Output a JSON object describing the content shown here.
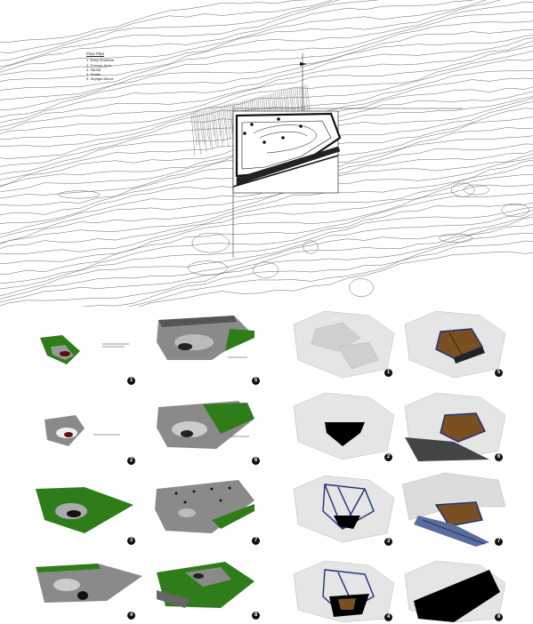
{
  "legend": {
    "title": "Floor Plan",
    "items": [
      "1. Entry Vestibule",
      "2. Change Area",
      "3. Sauna",
      "4. Heater",
      "5. Skylight Above"
    ]
  },
  "model_steps": {
    "badges": [
      "1",
      "5",
      "2",
      "6",
      "3",
      "7",
      "4",
      "8"
    ]
  },
  "render_steps": {
    "badges": [
      "1",
      "5",
      "2",
      "6",
      "3",
      "7",
      "4",
      "8"
    ]
  },
  "colors": {
    "roof_green": "#2f7d1a",
    "concrete": "#8a8a8a",
    "steel_blue": "#1c2f7a",
    "timber": "#7a4f22"
  }
}
